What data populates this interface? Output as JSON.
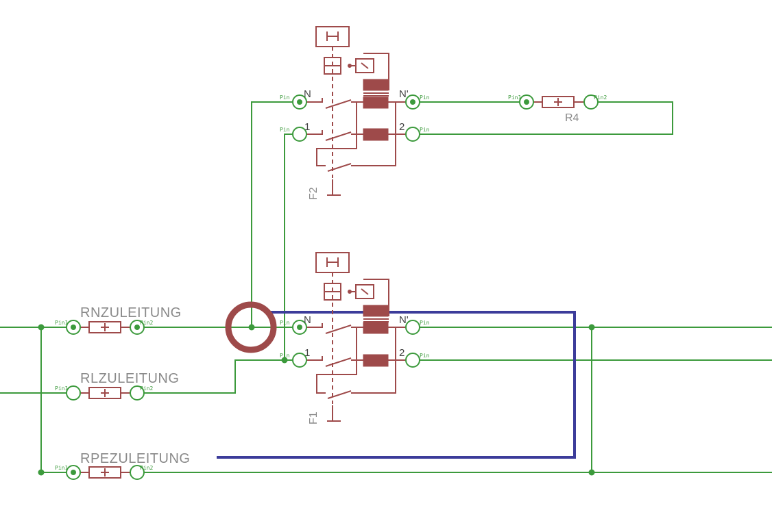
{
  "components": {
    "r_n_supply": {
      "label": "RNZULEITUNG",
      "pin1": "Pin1",
      "pin2": "Pin2"
    },
    "r_l_supply": {
      "label": "RLZULEITUNG",
      "pin1": "Pin1",
      "pin2": "Pin2"
    },
    "r_pe_supply": {
      "label": "RPEZULEITUNG",
      "pin1": "Pin1",
      "pin2": "Pin2"
    },
    "r4": {
      "label": "R4",
      "pin1": "Pin1",
      "pin2": "Pin2"
    },
    "f1": {
      "label": "F1",
      "pin_n_in": "N",
      "pin_n_out": "N'",
      "pin_l_in": "1",
      "pin_l_out": "2",
      "pad_a": "Pin",
      "pad_b": "Pin"
    },
    "f2": {
      "label": "F2",
      "pin_n_in": "N",
      "pin_n_out": "N'",
      "pin_l_in": "1",
      "pin_l_out": "2",
      "pad_a": "Pin",
      "pad_b": "Pin"
    }
  },
  "colors": {
    "wire": "#3c9a3c",
    "component": "#9e4a4a",
    "highlight_net": "#3c3c9a",
    "label": "#8a8a8a",
    "background": "#ffffff"
  }
}
